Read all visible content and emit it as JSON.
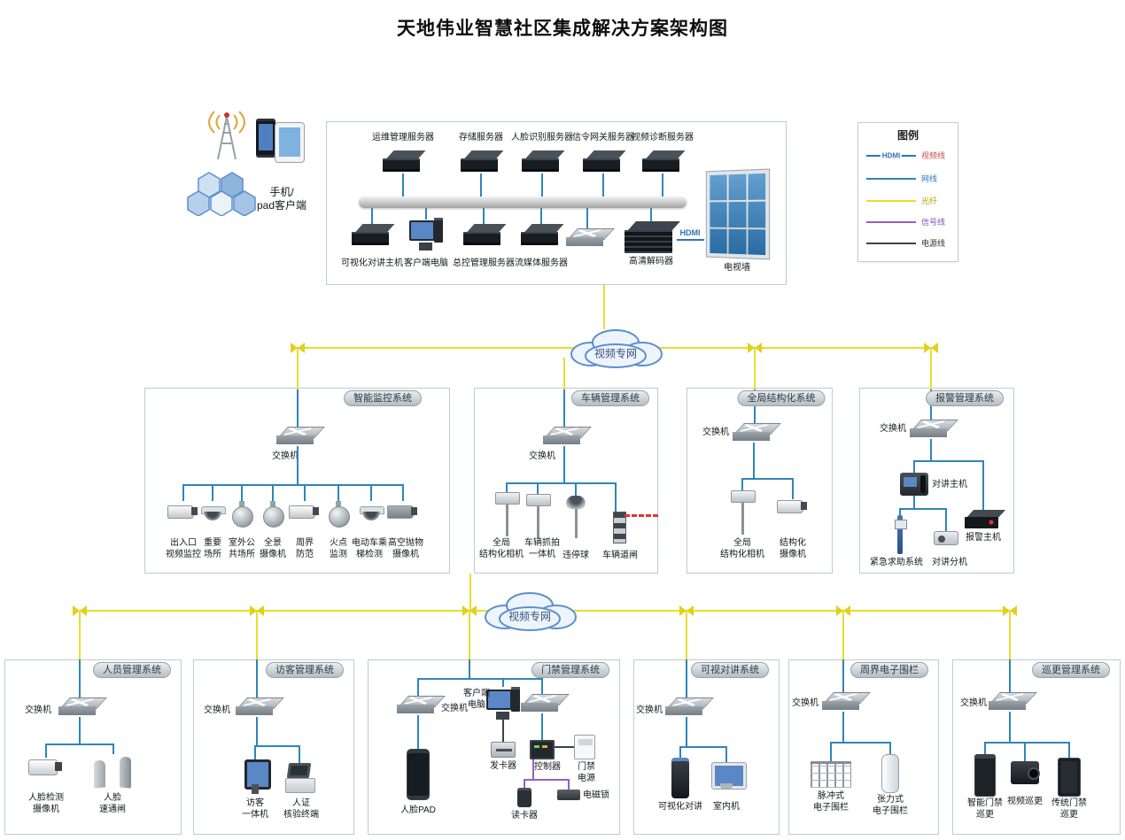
{
  "title": "天地伟业智慧社区集成解决方案架构图",
  "client": {
    "label": "手机/\npad客户端"
  },
  "server_room": {
    "top_servers": [
      "运维管理服务器",
      "存储服务器",
      "人脸识别服务器",
      "信令网关服务器",
      "视频诊断服务器"
    ],
    "bottom_devices": [
      "可视化对讲主机",
      "客户端电脑",
      "总控管理服务器",
      "流媒体服务器",
      "高清解码器",
      "电视墙"
    ],
    "hdmi_label": "HDMI"
  },
  "legend": {
    "title": "图例",
    "items": [
      {
        "line_label": "HDMI",
        "label": "视频线",
        "line_color": "#2e75b6",
        "label_color": "#cc4a4a"
      },
      {
        "label": "网线",
        "line_color": "#2e86b8",
        "label_color": "#2e75b6"
      },
      {
        "label": "光纤",
        "line_color": "#e6de2e",
        "label_color": "#b1a506"
      },
      {
        "label": "信号线",
        "line_color": "#9460c0",
        "label_color": "#8a4fb5"
      },
      {
        "label": "电源线",
        "line_color": "#3d4247",
        "label_color": "#333333"
      }
    ]
  },
  "clouds": {
    "upper": "视频专网",
    "lower": "视频专网"
  },
  "systems": [
    {
      "name": "智能监控系统",
      "switch_label": "交换机",
      "devices": [
        "出入口\n视频监控",
        "重要\n场所",
        "室外公\n共场所",
        "全景\n摄像机",
        "周界\n防范",
        "火点\n监测",
        "电动车乘\n梯检测",
        "高空抛物\n摄像机"
      ]
    },
    {
      "name": "车辆管理系统",
      "switch_label": "交换机",
      "devices": [
        "全局\n结构化相机",
        "车辆抓拍\n一体机",
        "违停球",
        "车辆道闸"
      ]
    },
    {
      "name": "全局结构化系统",
      "switch_label": "交换机",
      "devices": [
        "全局\n结构化相机",
        "结构化\n摄像机"
      ]
    },
    {
      "name": "报警管理系统",
      "switch_label": "交换机",
      "devices": [
        "对讲主机",
        "紧急求助系统",
        "对讲分机",
        "报警主机"
      ]
    },
    {
      "name": "人员管理系统",
      "switch_label": "交换机",
      "devices": [
        "人脸检测\n摄像机",
        "人脸\n速通闸"
      ]
    },
    {
      "name": "访客管理系统",
      "switch_label": "交换机",
      "devices": [
        "访客\n一体机",
        "人证\n核验终端"
      ]
    },
    {
      "name": "门禁管理系统",
      "switch_label": "交换机",
      "devices": [
        "人脸PAD",
        "客户端\n电脑",
        "发卡器",
        "控制器",
        "门禁\n电源",
        "读卡器",
        "电磁锁"
      ]
    },
    {
      "name": "可视对讲系统",
      "switch_label": "交换机",
      "devices": [
        "可视化对讲",
        "室内机"
      ]
    },
    {
      "name": "周界电子围栏",
      "switch_label": "交换机",
      "devices": [
        "脉冲式\n电子围栏",
        "张力式\n电子围栏"
      ]
    },
    {
      "name": "巡更管理系统",
      "switch_label": "交换机",
      "devices": [
        "智能门禁\n巡更",
        "视频巡更",
        "传统门禁\n巡更"
      ]
    }
  ],
  "palette": {
    "network_line": "#2e86b8",
    "fiber_line": "#e6de2e",
    "signal_line": "#9460c0",
    "power_line": "#3d4247",
    "hdmi_line": "#2e75b6"
  }
}
